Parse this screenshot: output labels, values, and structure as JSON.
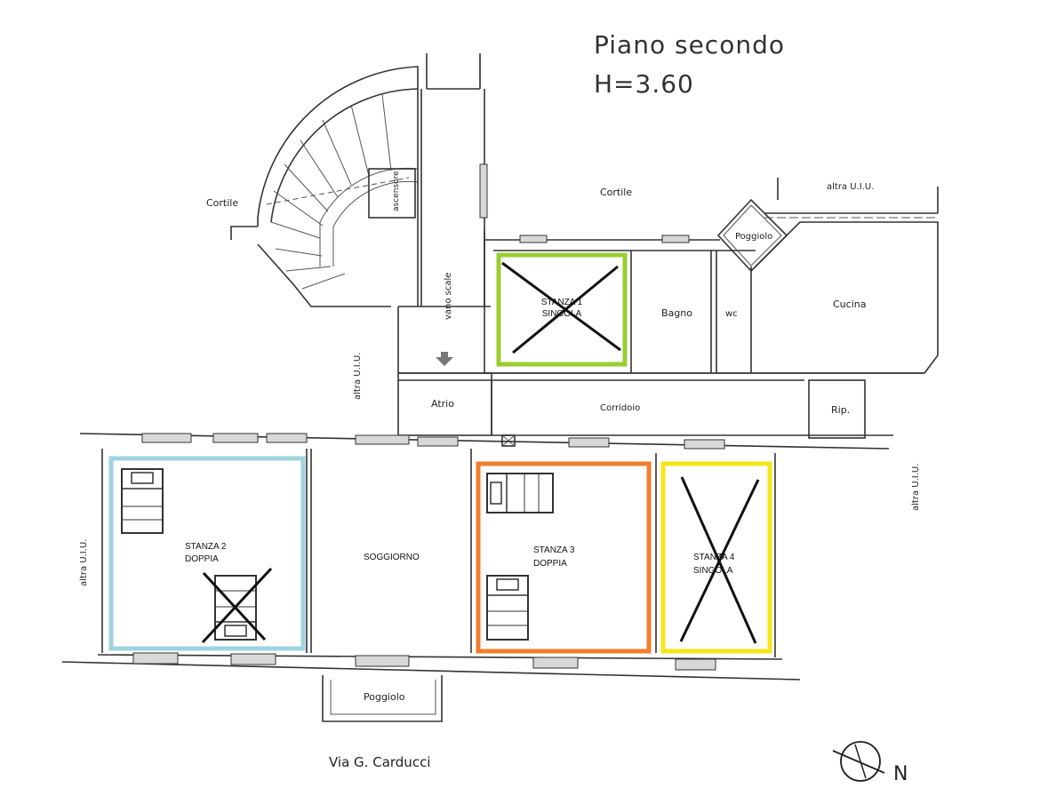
{
  "title": {
    "line1": "Piano secondo",
    "line2": "H=3.60"
  },
  "labels": {
    "cortile_left": "Cortile",
    "cortile_top": "Cortile",
    "altra_uiu_top": "altra U.I.U.",
    "altra_uiu_mid": "altra U.I.U.",
    "altra_uiu_left": "altra U.I.U.",
    "altra_uiu_right": "altra U.I.U.",
    "ascensore": "ascensore",
    "vano_scale": "vano scale",
    "poggiolo_top": "Poggiolo",
    "poggiolo_bottom": "Poggiolo",
    "bagno": "Bagno",
    "wc": "wc",
    "cucina": "Cucina",
    "atrio": "Atrio",
    "corridoio": "Corridoio",
    "rip": "Rip.",
    "soggiorno": "SOGGIORNO",
    "street": "Via G. Carducci",
    "north": "N"
  },
  "rooms": {
    "stanza1": {
      "line1": "STANZA 1",
      "line2": "SINGOLA",
      "color": "#9acd32",
      "crossed": true
    },
    "stanza2": {
      "line1": "STANZA 2",
      "line2": "DOPPIA",
      "color": "#9fd3e0",
      "crossed": false
    },
    "stanza3": {
      "line1": "STANZA 3",
      "line2": "DOPPIA",
      "color": "#f07f2d",
      "crossed": false
    },
    "stanza4": {
      "line1": "STANZA 4",
      "line2": "SINGOLA",
      "color": "#f5e61a",
      "crossed": true
    }
  },
  "colors": {
    "cross": "#111111",
    "wall": "#333333"
  }
}
